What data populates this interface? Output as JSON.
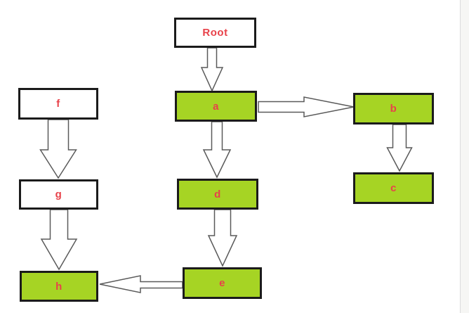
{
  "diagram": {
    "type": "flowchart-tree",
    "nodes": [
      {
        "id": "root",
        "label": "Root",
        "fill": "white"
      },
      {
        "id": "f",
        "label": "f",
        "fill": "white"
      },
      {
        "id": "a",
        "label": "a",
        "fill": "green"
      },
      {
        "id": "b",
        "label": "b",
        "fill": "green"
      },
      {
        "id": "g",
        "label": "g",
        "fill": "white"
      },
      {
        "id": "d",
        "label": "d",
        "fill": "green"
      },
      {
        "id": "c",
        "label": "c",
        "fill": "green"
      },
      {
        "id": "h",
        "label": "h",
        "fill": "green"
      },
      {
        "id": "e",
        "label": "e",
        "fill": "green"
      }
    ],
    "edges": [
      {
        "from": "Root",
        "to": "a",
        "direction": "down"
      },
      {
        "from": "a",
        "to": "b",
        "direction": "right"
      },
      {
        "from": "a",
        "to": "d",
        "direction": "down"
      },
      {
        "from": "b",
        "to": "c",
        "direction": "down"
      },
      {
        "from": "d",
        "to": "e",
        "direction": "down"
      },
      {
        "from": "e",
        "to": "h",
        "direction": "left"
      },
      {
        "from": "f",
        "to": "g",
        "direction": "down"
      },
      {
        "from": "g",
        "to": "h",
        "direction": "down"
      }
    ],
    "colors": {
      "green_fill": "#a6d424",
      "white_fill": "#ffffff",
      "border": "#1b1b1b",
      "label": "#e8424a",
      "arrow_fill": "#ffffff",
      "arrow_outline": "#5a5a5a"
    }
  }
}
